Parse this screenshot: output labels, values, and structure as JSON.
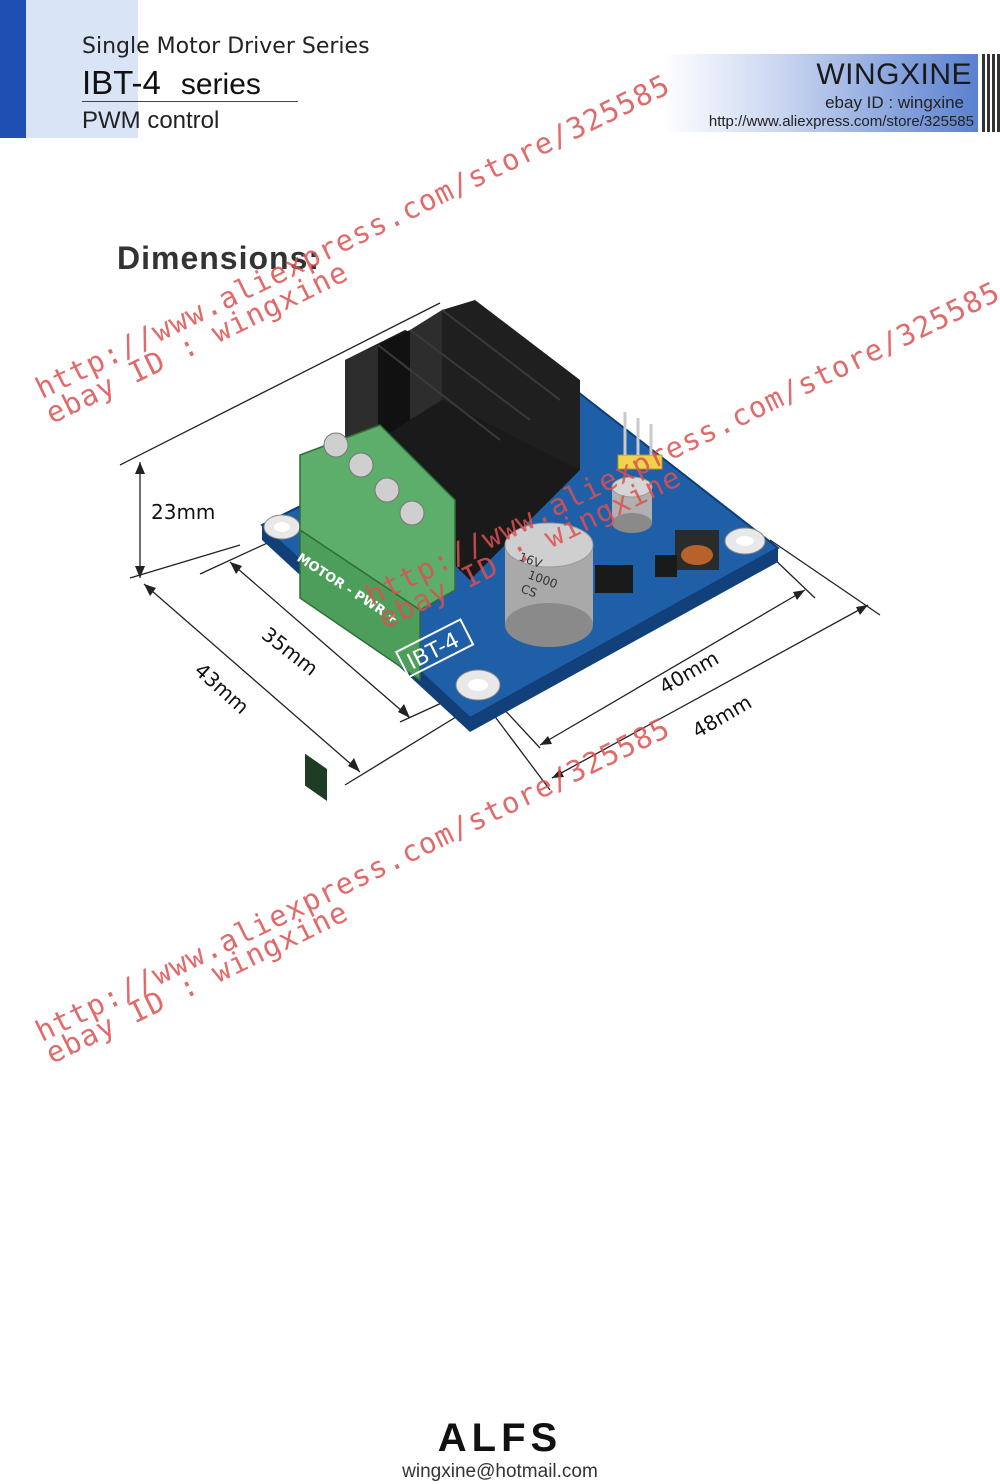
{
  "header": {
    "series_label": "Single Motor Driver Series",
    "model": "IBT-4",
    "series_word": "series",
    "control": "PWM control"
  },
  "banner": {
    "brand": "WINGXINE",
    "ebay_id": "ebay ID : wingxine",
    "store_url": "http://www.aliexpress.com/store/325585"
  },
  "section": {
    "heading": "Dimensions:"
  },
  "dimensions": {
    "height": "23mm",
    "inner_depth": "35mm",
    "outer_depth": "43mm",
    "inner_width": "40mm",
    "outer_width": "48mm"
  },
  "board": {
    "label": "IBT-4",
    "terminal_label": "MOTOR - PWR +",
    "cap_label_1": "1000",
    "cap_label_2": "16V",
    "cap_label_3": "CS"
  },
  "watermark": {
    "url": "http://www.aliexpress.com/store/325585",
    "ebay": "ebay ID : wingxine"
  },
  "footer": {
    "logo": "ALFS",
    "email": "wingxine@hotmail.com"
  },
  "colors": {
    "accent_blue": "#1f4fb0",
    "pcb_blue": "#1e5fa8",
    "terminal_green": "#5cae6a",
    "watermark_red": "#dc5050"
  }
}
